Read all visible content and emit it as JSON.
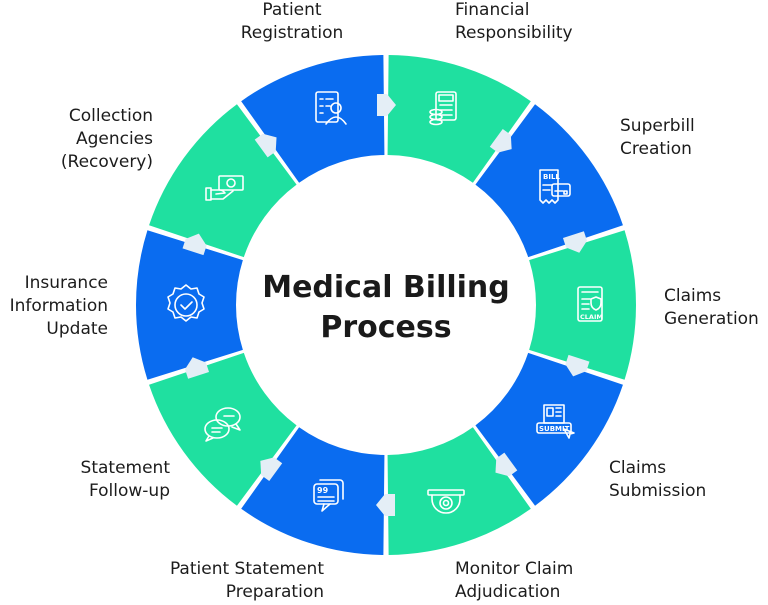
{
  "title": {
    "line1": "Medical Billing",
    "line2": "Process"
  },
  "colors": {
    "blue": "#0A6CF0",
    "green": "#1FE0A0",
    "arrow": "#E4EEF6",
    "text": "#1c1c1c"
  },
  "steps": [
    {
      "line1": "Patient",
      "line2": "Registration",
      "color": "blue",
      "icon": "patient-form-icon"
    },
    {
      "line1": "Financial",
      "line2": "Responsibility",
      "color": "green",
      "icon": "calculator-coins-icon"
    },
    {
      "line1": "Superbill",
      "line2": "Creation",
      "color": "blue",
      "icon": "bill-card-icon"
    },
    {
      "line1": "Claims",
      "line2": "Generation",
      "color": "green",
      "icon": "claim-document-icon"
    },
    {
      "line1": "Claims",
      "line2": "Submission",
      "color": "blue",
      "icon": "submit-icon"
    },
    {
      "line1": "Monitor Claim",
      "line2": "Adjudication",
      "color": "green",
      "icon": "camera-monitor-icon"
    },
    {
      "line1": "Patient Statement",
      "line2": "Preparation",
      "color": "blue",
      "icon": "quote-chat-icon"
    },
    {
      "line1": "Statement",
      "line2": "Follow-up",
      "color": "green",
      "icon": "chat-bubbles-icon"
    },
    {
      "line1": "Insurance",
      "line2": "Information",
      "line3": "Update",
      "color": "blue",
      "icon": "verified-badge-icon"
    },
    {
      "line1": "Collection",
      "line2": "Agencies",
      "line3": "(Recovery)",
      "color": "green",
      "icon": "hand-money-icon"
    }
  ]
}
